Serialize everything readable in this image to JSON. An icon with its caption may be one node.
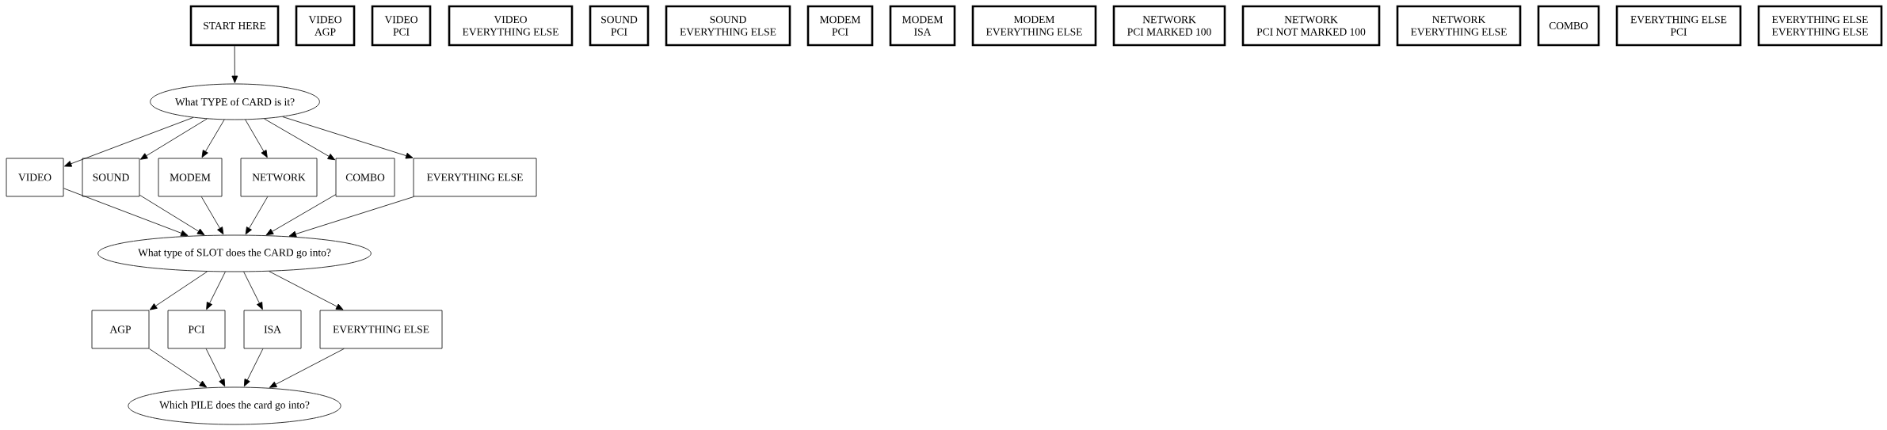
{
  "diagram": {
    "nodes": [
      {
        "text": [
          "START HERE"
        ]
      },
      {
        "text": [
          "VIDEO",
          "AGP"
        ]
      },
      {
        "text": [
          "VIDEO",
          "PCI"
        ]
      },
      {
        "text": [
          "VIDEO",
          "EVERYTHING ELSE"
        ]
      },
      {
        "text": [
          "SOUND",
          "PCI"
        ]
      },
      {
        "text": [
          "SOUND",
          "EVERYTHING ELSE"
        ]
      },
      {
        "text": [
          "MODEM",
          "PCI"
        ]
      },
      {
        "text": [
          "MODEM",
          "ISA"
        ]
      },
      {
        "text": [
          "MODEM",
          "EVERYTHING ELSE"
        ]
      },
      {
        "text": [
          "NETWORK",
          "PCI MARKED 100"
        ]
      },
      {
        "text": [
          "NETWORK",
          "PCI NOT MARKED 100"
        ]
      },
      {
        "text": [
          "NETWORK",
          "EVERYTHING ELSE"
        ]
      },
      {
        "text": [
          "COMBO"
        ]
      },
      {
        "text": [
          "EVERYTHING ELSE",
          "PCI"
        ]
      },
      {
        "text": [
          "EVERYTHING ELSE",
          "EVERYTHING ELSE"
        ]
      },
      {
        "text": [
          "What TYPE of CARD is it?"
        ]
      },
      {
        "text": [
          "VIDEO"
        ]
      },
      {
        "text": [
          "SOUND"
        ]
      },
      {
        "text": [
          "MODEM"
        ]
      },
      {
        "text": [
          "NETWORK"
        ]
      },
      {
        "text": [
          "COMBO"
        ]
      },
      {
        "text": [
          "EVERYTHING ELSE"
        ]
      },
      {
        "text": [
          "What type of SLOT does the CARD go into?"
        ]
      },
      {
        "text": [
          "AGP"
        ]
      },
      {
        "text": [
          "PCI"
        ]
      },
      {
        "text": [
          "ISA"
        ]
      },
      {
        "text": [
          "EVERYTHING ELSE"
        ]
      },
      {
        "text": [
          "Which PILE does the card go into?"
        ]
      }
    ],
    "edges": [
      {
        "from": 0,
        "to": 15,
        "arrow": "to"
      },
      {
        "from": 15,
        "to": 16,
        "arrow": "to"
      },
      {
        "from": 15,
        "to": 17,
        "arrow": "to"
      },
      {
        "from": 15,
        "to": 18,
        "arrow": "to"
      },
      {
        "from": 15,
        "to": 19,
        "arrow": "to"
      },
      {
        "from": 15,
        "to": 20,
        "arrow": "to"
      },
      {
        "from": 15,
        "to": 21,
        "arrow": "to"
      },
      {
        "from": 16,
        "to": 22,
        "arrow": "to"
      },
      {
        "from": 17,
        "to": 22,
        "arrow": "to"
      },
      {
        "from": 18,
        "to": 22,
        "arrow": "to"
      },
      {
        "from": 19,
        "to": 22,
        "arrow": "to"
      },
      {
        "from": 20,
        "to": 22,
        "arrow": "to"
      },
      {
        "from": 21,
        "to": 22,
        "arrow": "to"
      },
      {
        "from": 22,
        "to": 23,
        "arrow": "to"
      },
      {
        "from": 22,
        "to": 24,
        "arrow": "to"
      },
      {
        "from": 22,
        "to": 25,
        "arrow": "to"
      },
      {
        "from": 22,
        "to": 26,
        "arrow": "to"
      },
      {
        "from": 23,
        "to": 27,
        "arrow": "to"
      },
      {
        "from": 24,
        "to": 27,
        "arrow": "to"
      },
      {
        "from": 25,
        "to": 27,
        "arrow": "to"
      },
      {
        "from": 26,
        "to": 27,
        "arrow": "to"
      }
    ]
  }
}
